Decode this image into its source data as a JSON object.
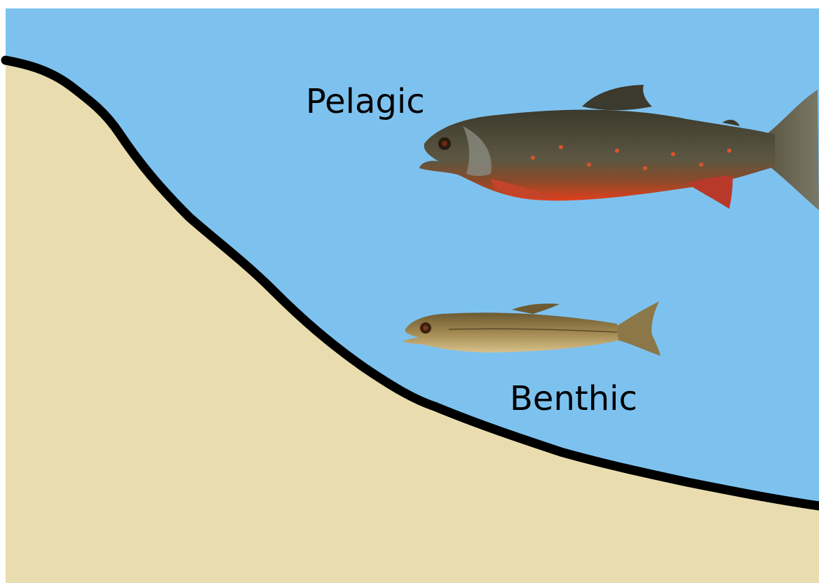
{
  "labels": {
    "pelagic": "Pelagic",
    "benthic": "Benthic"
  },
  "colors": {
    "water": "#7dc2ef",
    "sediment": "#e9ddb0",
    "shoreline": "#000000",
    "frame": "#ffffff",
    "pelagic_fish_body": "#5c5742",
    "pelagic_fish_belly": "#e0401c",
    "pelagic_fish_back": "#3c3a2c",
    "benthic_fish_body": "#a08850",
    "benthic_fish_back": "#6d5a32",
    "benthic_fish_belly": "#d8c08a"
  },
  "icons": {
    "pelagic_fish": "large-trout-fish-illustration",
    "benthic_fish": "small-bottom-dwelling-fish-illustration"
  }
}
